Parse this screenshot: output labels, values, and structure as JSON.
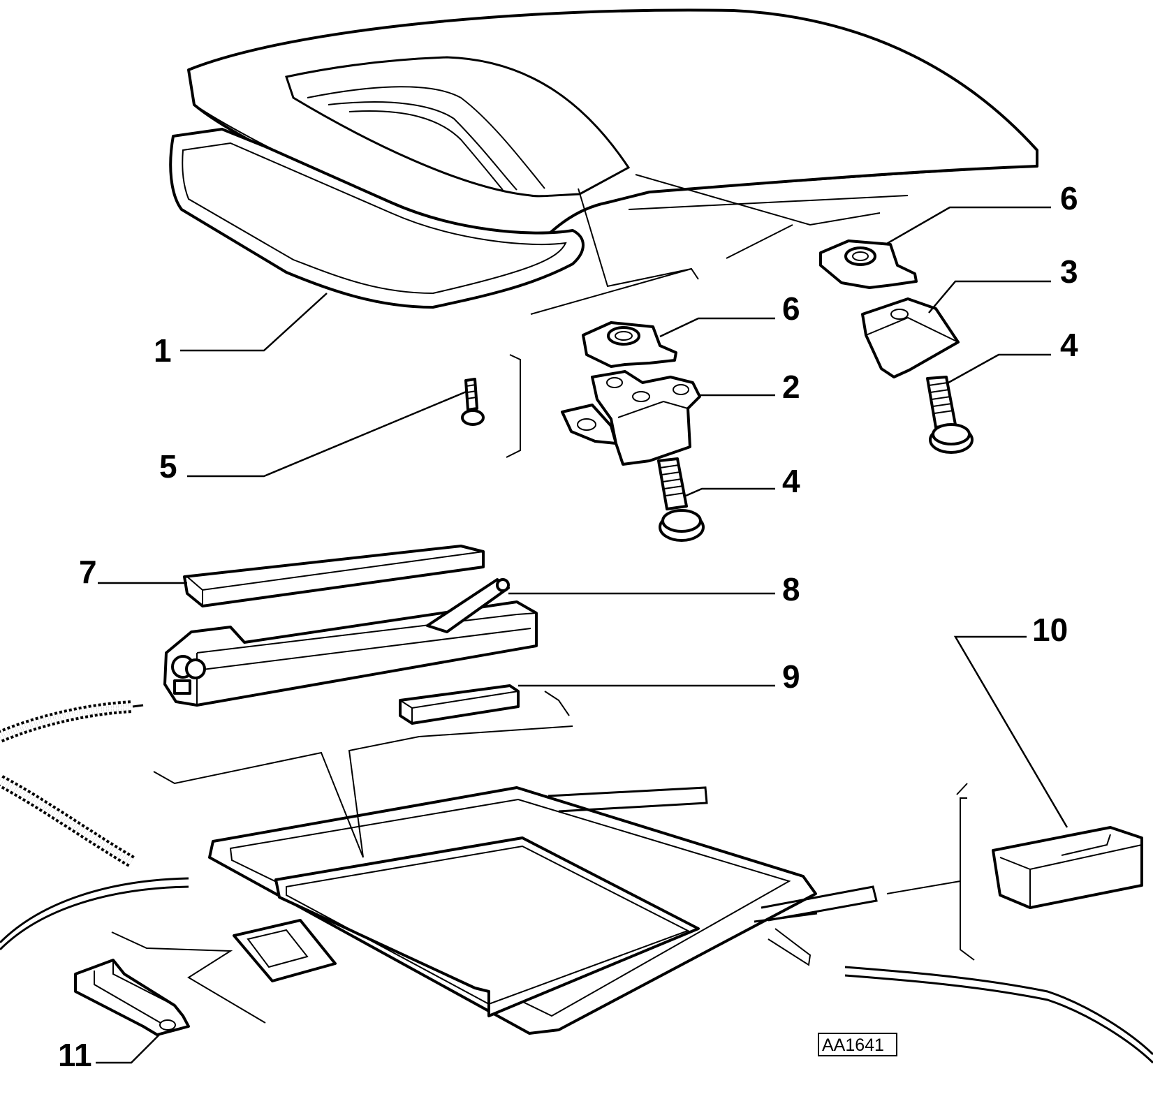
{
  "callouts": [
    {
      "id": "1",
      "label": "1"
    },
    {
      "id": "2",
      "label": "2"
    },
    {
      "id": "3",
      "label": "3"
    },
    {
      "id": "4a",
      "label": "4"
    },
    {
      "id": "4b",
      "label": "4"
    },
    {
      "id": "5",
      "label": "5"
    },
    {
      "id": "6a",
      "label": "6"
    },
    {
      "id": "6b",
      "label": "6"
    },
    {
      "id": "7",
      "label": "7"
    },
    {
      "id": "8",
      "label": "8"
    },
    {
      "id": "9",
      "label": "9"
    },
    {
      "id": "10",
      "label": "10"
    },
    {
      "id": "11",
      "label": "11"
    }
  ],
  "reference_code": "AA1641"
}
